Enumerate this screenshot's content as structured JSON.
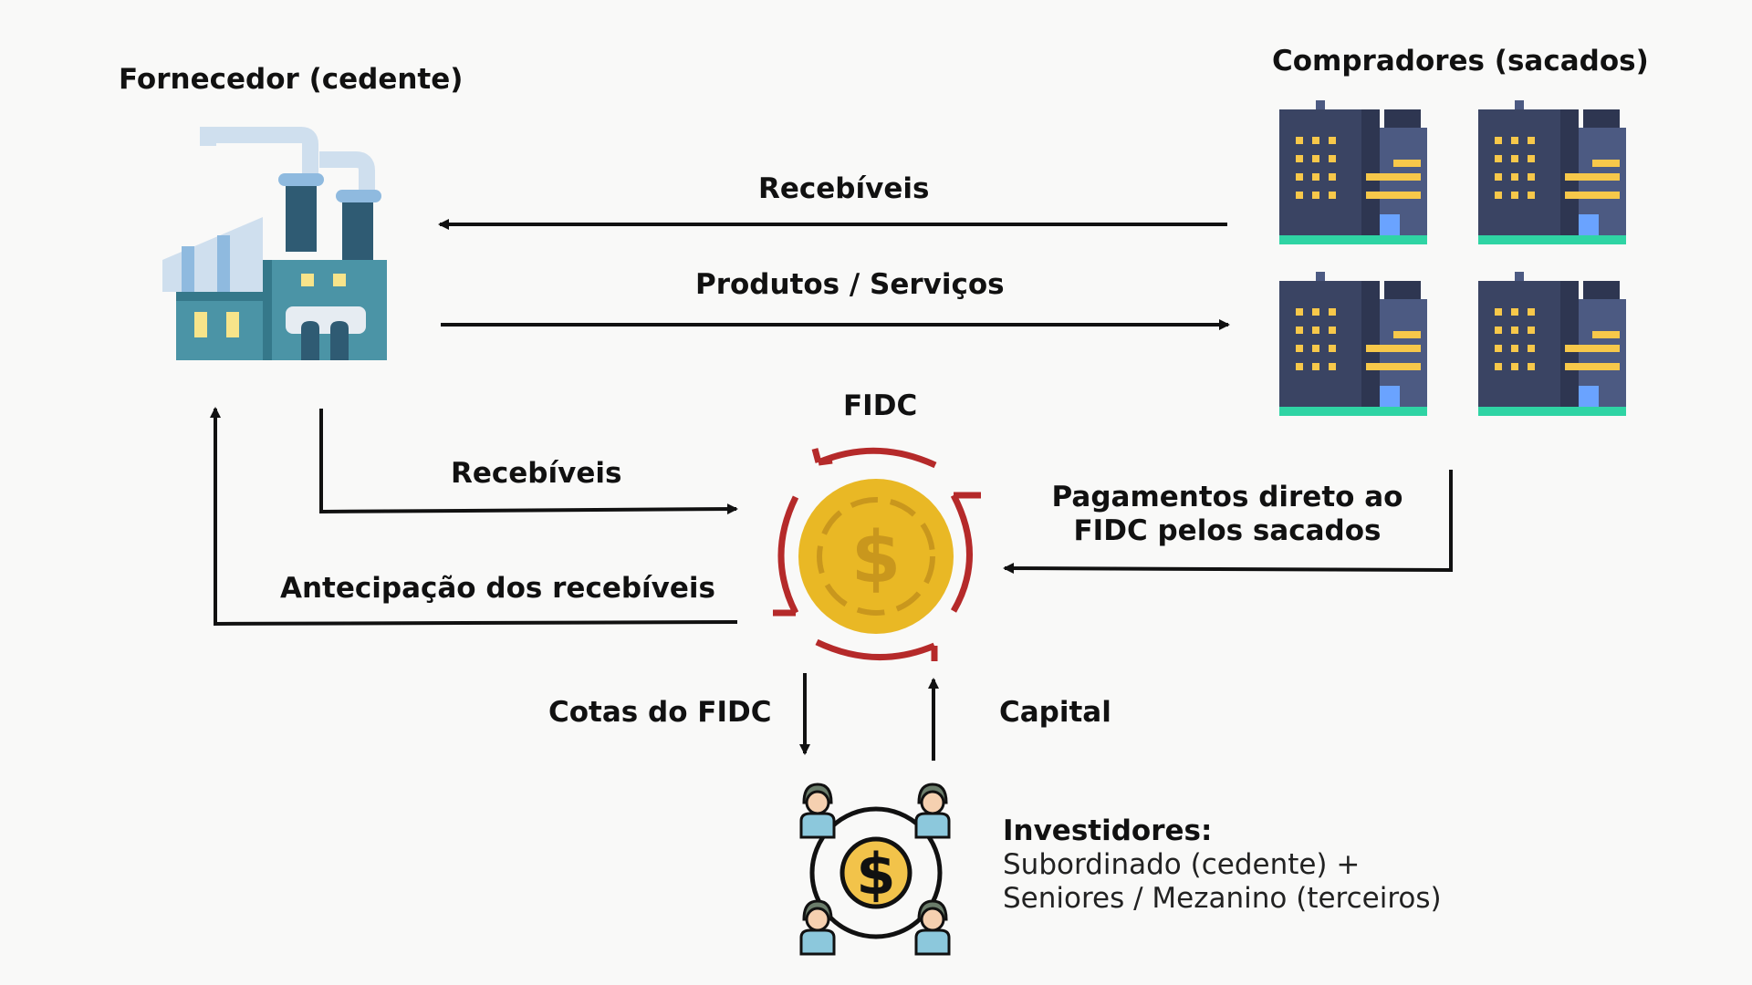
{
  "entities": {
    "supplier": {
      "title": "Fornecedor (cedente)",
      "icon": "factory-icon"
    },
    "buyers": {
      "title": "Compradores (sacados)",
      "icon": "office-building-icon"
    },
    "fund": {
      "title": "FIDC",
      "icon": "coin-cycle-icon"
    },
    "investors": {
      "title": "Investidores:",
      "lines": [
        "Subordinado (cedente) +",
        "Seniores / Mezanino (terceiros)"
      ],
      "icon": "investors-icon"
    }
  },
  "flows": {
    "buyers_to_supplier": "Recebíveis",
    "supplier_to_buyers": "Produtos / Serviços",
    "supplier_to_fund": "Recebíveis",
    "fund_to_supplier": "Antecipação dos recebíveis",
    "buyers_to_fund": [
      "Pagamentos direto ao",
      "FIDC pelos sacados"
    ],
    "fund_to_investors": "Cotas do FIDC",
    "investors_to_fund": "Capital"
  },
  "colors": {
    "arrow": "#111111",
    "coin": "#e9b825",
    "cycle": "#b52a2a",
    "factory_teal": "#4b94a6",
    "building_navy": "#3a4463",
    "building_window": "#f7c84a"
  }
}
